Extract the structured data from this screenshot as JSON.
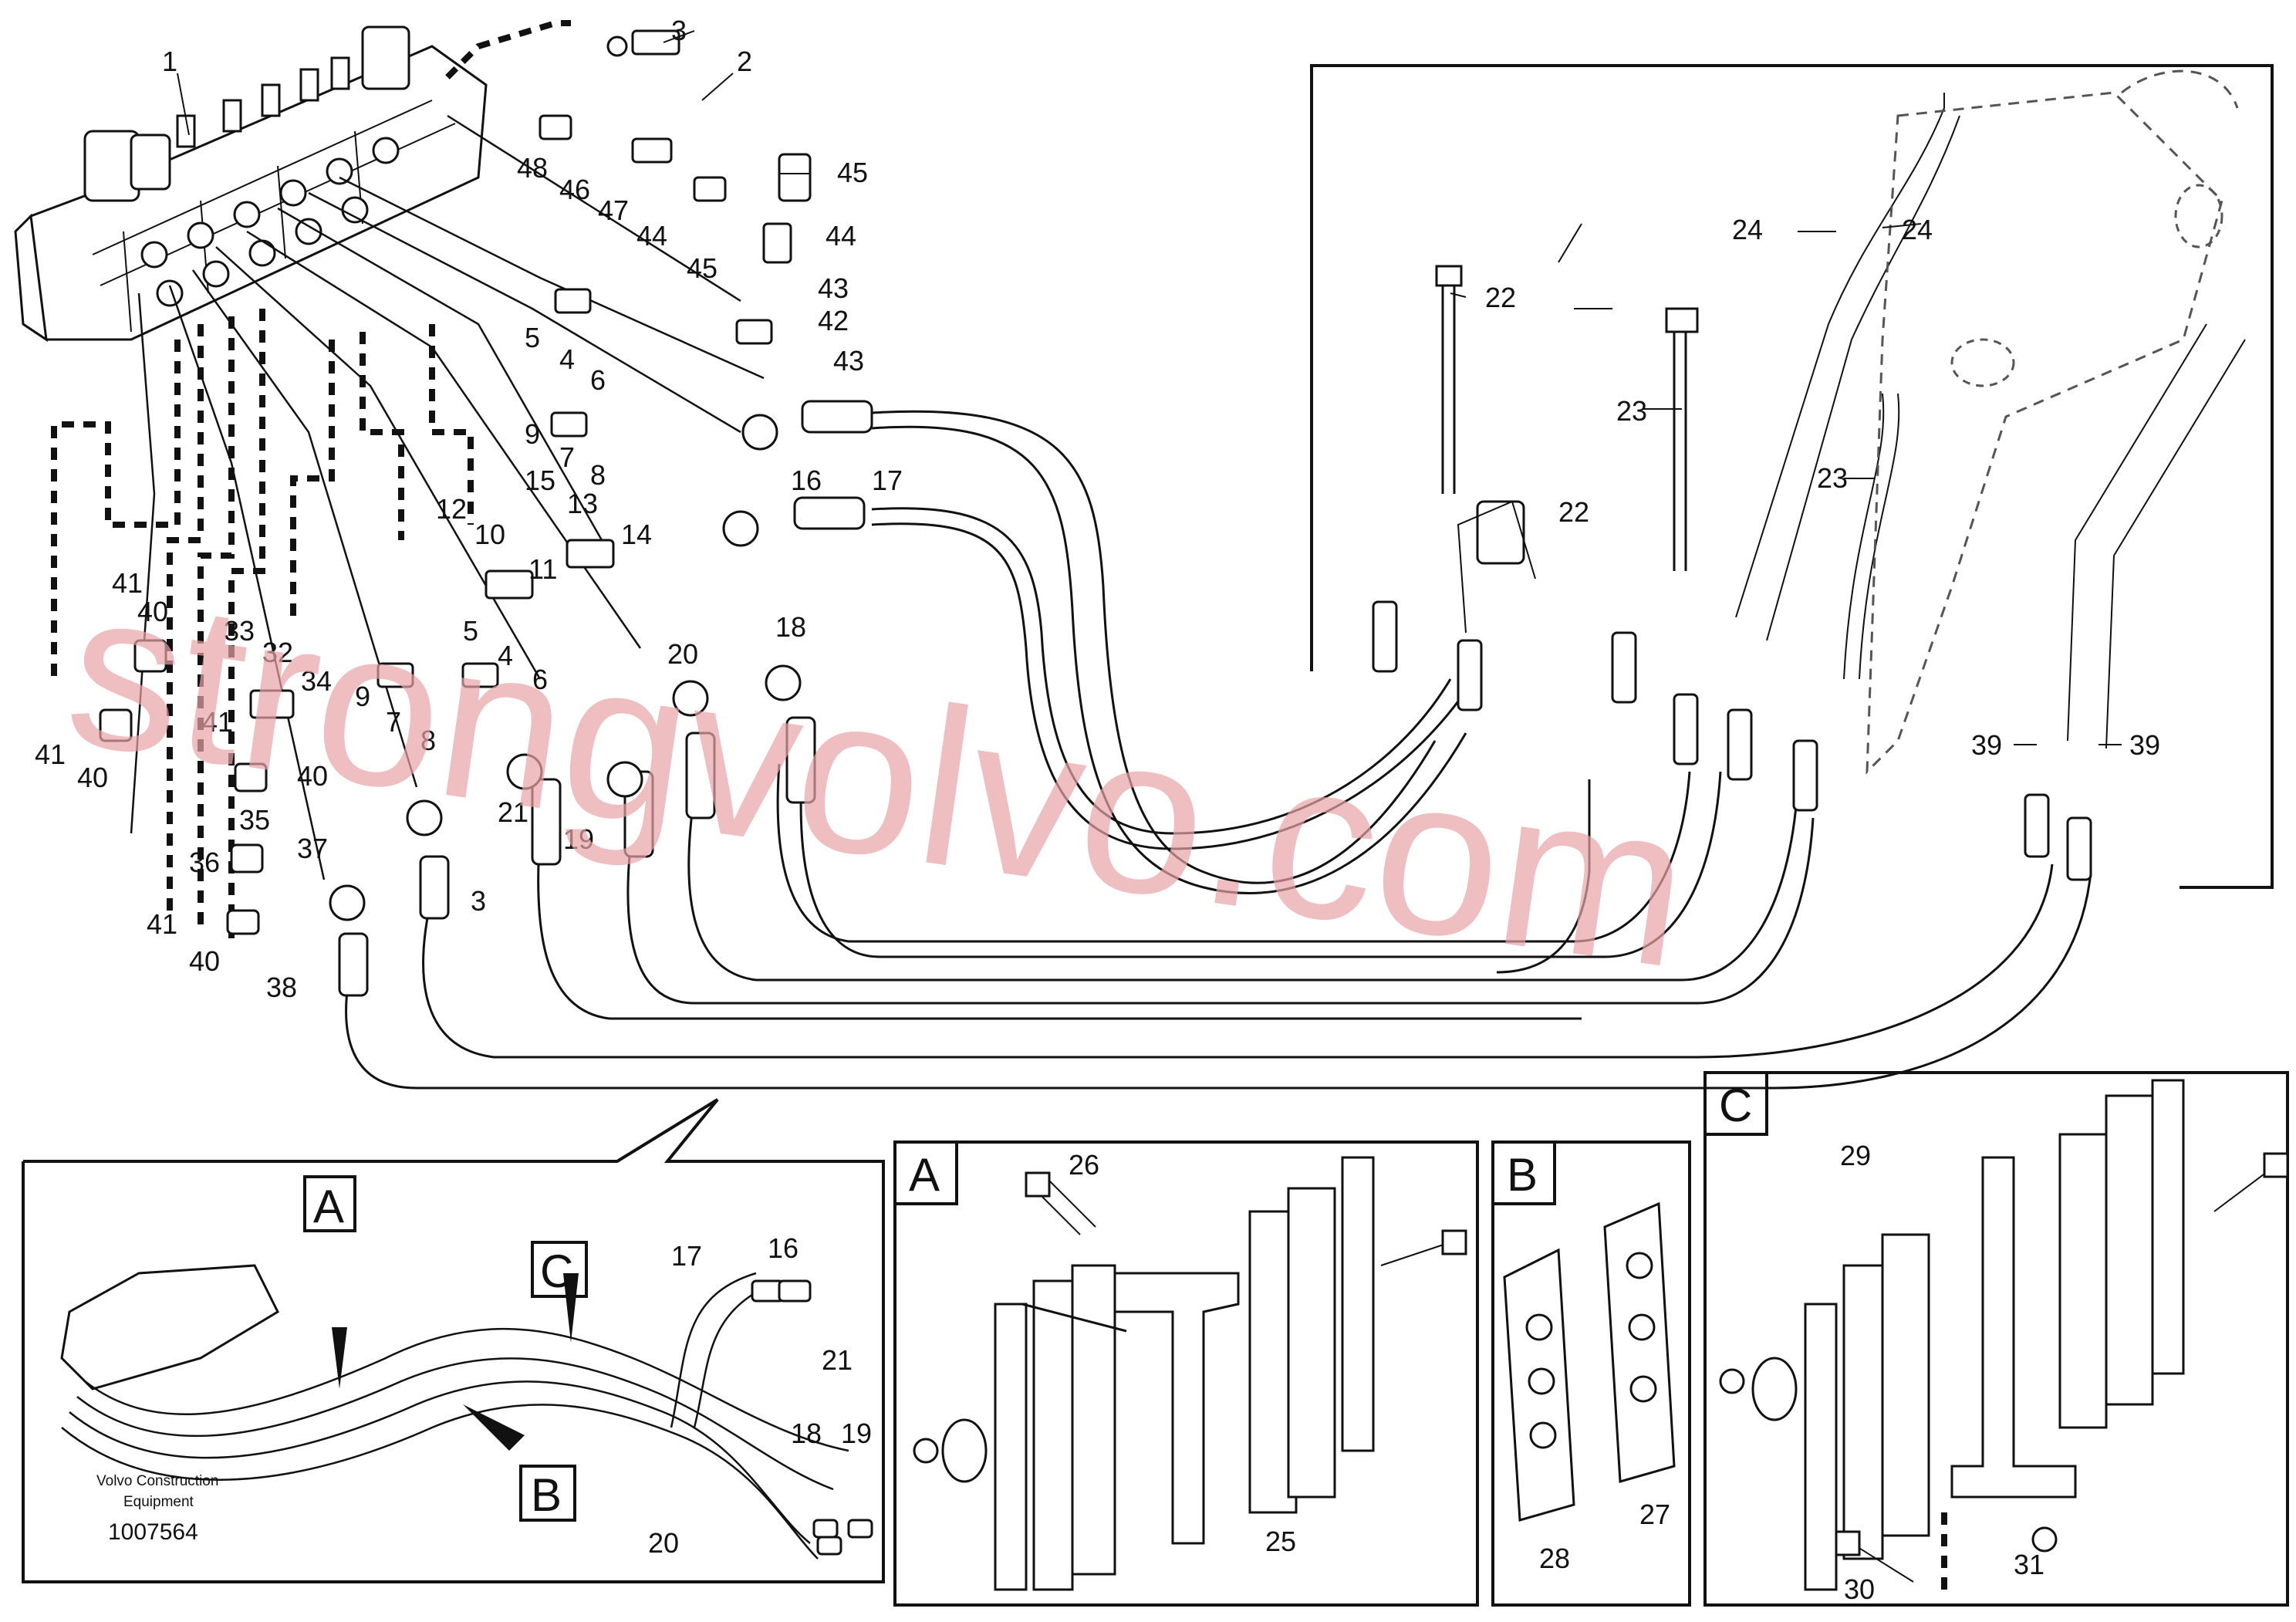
{
  "callouts": [
    {
      "id": "c1",
      "text": "1"
    },
    {
      "id": "c2",
      "text": "2"
    },
    {
      "id": "c3",
      "text": "3"
    },
    {
      "id": "c48",
      "text": "48"
    },
    {
      "id": "c46",
      "text": "46"
    },
    {
      "id": "c47",
      "text": "47"
    },
    {
      "id": "c44a",
      "text": "44"
    },
    {
      "id": "c45a",
      "text": "45"
    },
    {
      "id": "c45b",
      "text": "45"
    },
    {
      "id": "c44b",
      "text": "44"
    },
    {
      "id": "c43a",
      "text": "43"
    },
    {
      "id": "c42",
      "text": "42"
    },
    {
      "id": "c43b",
      "text": "43"
    },
    {
      "id": "c5a",
      "text": "5"
    },
    {
      "id": "c4a",
      "text": "4"
    },
    {
      "id": "c6a",
      "text": "6"
    },
    {
      "id": "c9a",
      "text": "9"
    },
    {
      "id": "c7a",
      "text": "7"
    },
    {
      "id": "c8a",
      "text": "8"
    },
    {
      "id": "c16",
      "text": "16"
    },
    {
      "id": "c17",
      "text": "17"
    },
    {
      "id": "c15",
      "text": "15"
    },
    {
      "id": "c13",
      "text": "13"
    },
    {
      "id": "c12",
      "text": "12"
    },
    {
      "id": "c10",
      "text": "10"
    },
    {
      "id": "c14",
      "text": "14"
    },
    {
      "id": "c11",
      "text": "11"
    },
    {
      "id": "c41a",
      "text": "41"
    },
    {
      "id": "c40a",
      "text": "40"
    },
    {
      "id": "c33",
      "text": "33"
    },
    {
      "id": "c32",
      "text": "32"
    },
    {
      "id": "c34",
      "text": "34"
    },
    {
      "id": "c9b",
      "text": "9"
    },
    {
      "id": "c7b",
      "text": "7"
    },
    {
      "id": "c8b",
      "text": "8"
    },
    {
      "id": "c5b",
      "text": "5"
    },
    {
      "id": "c4b",
      "text": "4"
    },
    {
      "id": "c6b",
      "text": "6"
    },
    {
      "id": "c20a",
      "text": "20"
    },
    {
      "id": "c18a",
      "text": "18"
    },
    {
      "id": "c41b",
      "text": "41"
    },
    {
      "id": "c40b",
      "text": "40"
    },
    {
      "id": "c41c",
      "text": "41"
    },
    {
      "id": "c40c",
      "text": "40"
    },
    {
      "id": "c21a",
      "text": "21"
    },
    {
      "id": "c19a",
      "text": "19"
    },
    {
      "id": "c35",
      "text": "35"
    },
    {
      "id": "c36",
      "text": "36"
    },
    {
      "id": "c37",
      "text": "37"
    },
    {
      "id": "c3x",
      "text": "3"
    },
    {
      "id": "c41d",
      "text": "41"
    },
    {
      "id": "c40d",
      "text": "40"
    },
    {
      "id": "c38",
      "text": "38"
    },
    {
      "id": "c22a",
      "text": "22"
    },
    {
      "id": "c22b",
      "text": "22"
    },
    {
      "id": "c23a",
      "text": "23"
    },
    {
      "id": "c23b",
      "text": "23"
    },
    {
      "id": "c24a",
      "text": "24"
    },
    {
      "id": "c24b",
      "text": "24"
    },
    {
      "id": "c39a",
      "text": "39"
    },
    {
      "id": "c39b",
      "text": "39"
    },
    {
      "id": "c26",
      "text": "26"
    },
    {
      "id": "c25",
      "text": "25"
    },
    {
      "id": "c28",
      "text": "28"
    },
    {
      "id": "c27",
      "text": "27"
    },
    {
      "id": "c29",
      "text": "29"
    },
    {
      "id": "c30",
      "text": "30"
    },
    {
      "id": "c31",
      "text": "31"
    },
    {
      "id": "c17i",
      "text": "17"
    },
    {
      "id": "c16i",
      "text": "16"
    },
    {
      "id": "c21i",
      "text": "21"
    },
    {
      "id": "c18i",
      "text": "18"
    },
    {
      "id": "c19i",
      "text": "19"
    },
    {
      "id": "c20i",
      "text": "20"
    }
  ],
  "detail_boxes": {
    "a": "A",
    "b": "B",
    "c": "C"
  },
  "inset_boxes": {
    "a": "A",
    "b": "B",
    "c": "C"
  },
  "footer": {
    "company_line1": "Volvo Construction",
    "company_line2": "Equipment",
    "drawing_id": "1007564"
  },
  "watermark": "strongvolvo.com"
}
